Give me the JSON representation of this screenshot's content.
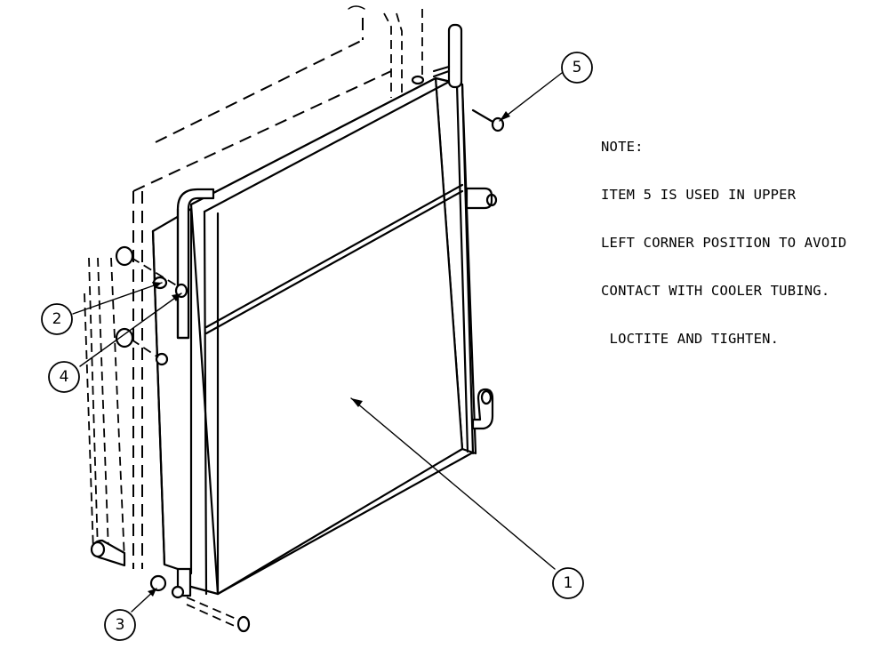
{
  "note": {
    "lines": [
      "NOTE:",
      "ITEM 5 IS USED IN UPPER",
      "LEFT CORNER POSITION TO AVOID",
      "CONTACT WITH COOLER TUBING.",
      " LOCTITE AND TIGHTEN."
    ]
  },
  "balloons": {
    "item_1": "1",
    "item_2": "2",
    "item_3": "3",
    "item_4": "4",
    "item_5": "5"
  }
}
